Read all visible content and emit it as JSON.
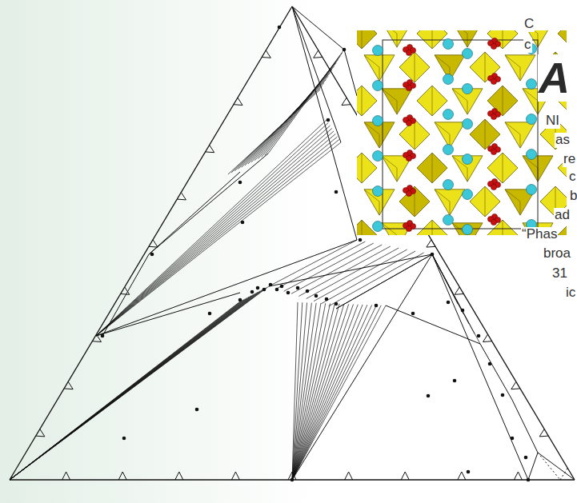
{
  "diagram": {
    "labels": [
      "C",
      "c",
      "A",
      "NI",
      "as",
      "re",
      "c",
      "b",
      "ad",
      "“Phas",
      "broa",
      "31",
      "ic"
    ]
  }
}
